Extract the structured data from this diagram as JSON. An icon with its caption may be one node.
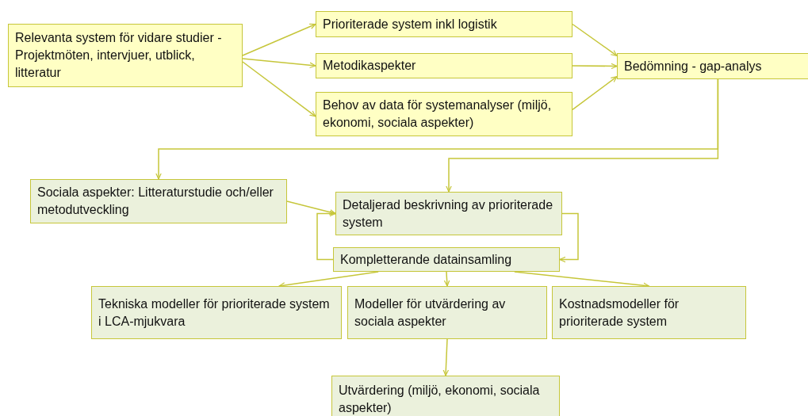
{
  "diagram": {
    "nodes": [
      {
        "text": [
          "Relevanta system för vidare studier - Projektmöten, intervjuer, utblick,  litteratur"
        ]
      },
      {
        "text": [
          "Prioriterade system inkl logistik"
        ]
      },
      {
        "text": [
          "Metodikaspekter"
        ]
      },
      {
        "text": [
          "Behov av data för systemanalyser (miljö, ekonomi, sociala aspekter)"
        ]
      },
      {
        "text": [
          "Bedömning - gap-analys"
        ]
      },
      {
        "text": [
          "Sociala aspekter: Litteraturstudie och/eller metodutveckling"
        ]
      },
      {
        "text": [
          "Detaljerad beskrivning av prioriterade system"
        ]
      },
      {
        "text": [
          "Kompletterande datainsamling"
        ]
      },
      {
        "text": [
          "Tekniska modeller för prioriterade system i LCA-mjukvara"
        ]
      },
      {
        "text": [
          "Modeller för utvärdering av sociala aspekter"
        ]
      },
      {
        "text": [
          "Kostnadsmodeller för prioriterade system"
        ]
      },
      {
        "text": [
          "Utvärdering (miljö, ekonomi, sociala aspekter)"
        ]
      }
    ],
    "edges": [
      {
        "from": 0,
        "to": 1,
        "arrow": "to"
      },
      {
        "from": 0,
        "to": 2,
        "arrow": "to"
      },
      {
        "from": 0,
        "to": 3,
        "arrow": "to"
      },
      {
        "from": 1,
        "to": 4,
        "arrow": "to"
      },
      {
        "from": 2,
        "to": 4,
        "arrow": "to"
      },
      {
        "from": 3,
        "to": 4,
        "arrow": "to"
      },
      {
        "from": 4,
        "to": 5,
        "arrow": "to"
      },
      {
        "from": 4,
        "to": 6,
        "arrow": "to"
      },
      {
        "from": 5,
        "to": 6,
        "arrow": "to"
      },
      {
        "from": 6,
        "to": 7,
        "arrow": "to"
      },
      {
        "from": 7,
        "to": 6,
        "arrow": "to"
      },
      {
        "from": 7,
        "to": 8,
        "arrow": "to"
      },
      {
        "from": 7,
        "to": 9,
        "arrow": "to"
      },
      {
        "from": 7,
        "to": 10,
        "arrow": "to"
      },
      {
        "from": 9,
        "to": 11,
        "arrow": "to"
      }
    ]
  }
}
